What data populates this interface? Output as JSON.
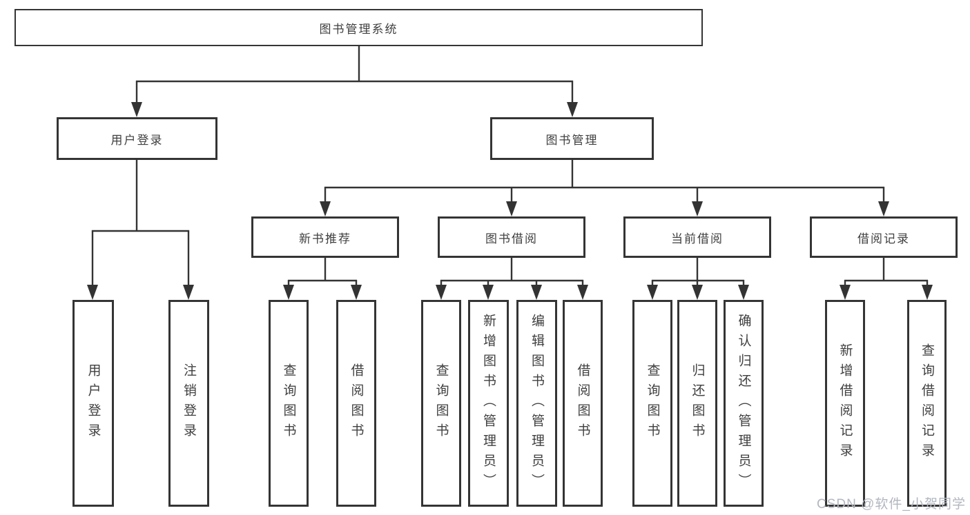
{
  "watermark": {
    "text": "CSDN @软件_小贺同学",
    "color": "#b2b6bf"
  },
  "colors": {
    "line": "#333333",
    "box_border": "#343434",
    "text": "#3f3f3f",
    "background": "#ffffff"
  },
  "tree": {
    "root": {
      "label": "图书管理系统",
      "children": [
        {
          "label": "用户登录",
          "children": [
            {
              "label": "用户登录"
            },
            {
              "label": "注销登录"
            }
          ]
        },
        {
          "label": "图书管理",
          "children": [
            {
              "label": "新书推荐",
              "children": [
                {
                  "label": "查询图书"
                },
                {
                  "label": "借阅图书"
                }
              ]
            },
            {
              "label": "图书借阅",
              "children": [
                {
                  "label": "查询图书"
                },
                {
                  "label": "新增图书（管理员）"
                },
                {
                  "label": "编辑图书（管理员）"
                },
                {
                  "label": "借阅图书"
                }
              ]
            },
            {
              "label": "当前借阅",
              "children": [
                {
                  "label": "查询图书"
                },
                {
                  "label": "归还图书"
                },
                {
                  "label": "确认归还（管理员）"
                }
              ]
            },
            {
              "label": "借阅记录",
              "children": [
                {
                  "label": "新增借阅记录"
                },
                {
                  "label": "查询借阅记录"
                }
              ]
            }
          ]
        }
      ]
    }
  }
}
